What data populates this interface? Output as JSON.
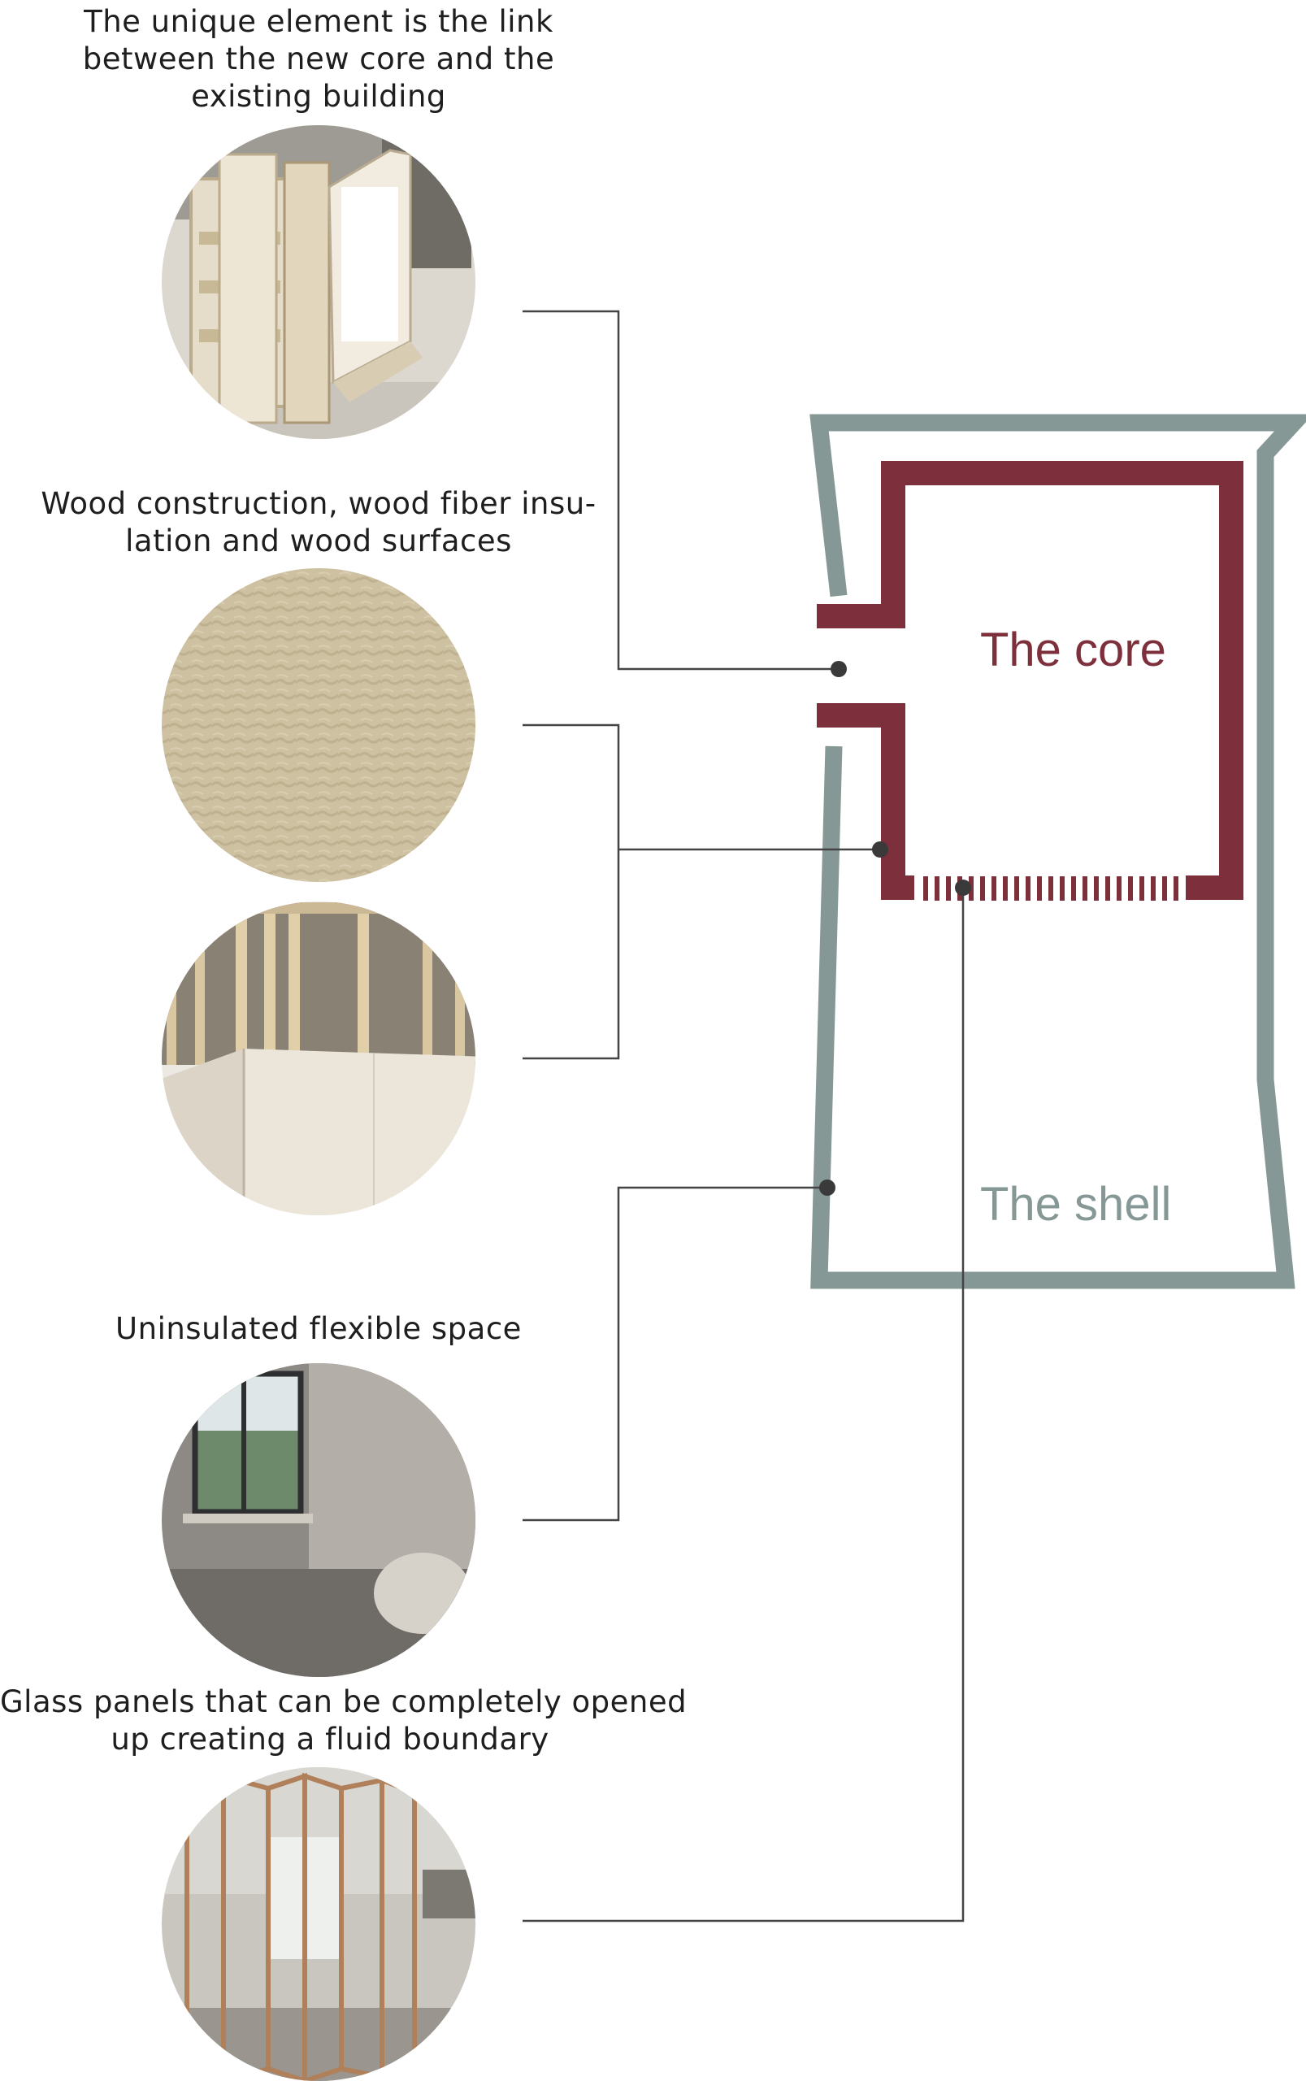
{
  "captions": {
    "link": [
      "The unique element is the link",
      "between the new core and the",
      "existing building"
    ],
    "wood": [
      "Wood construction, wood fiber insu-",
      "lation and wood surfaces"
    ],
    "flexible": [
      "Uninsulated flexible space"
    ],
    "glass": [
      "Glass panels that can be completely opened",
      "up creating a fluid boundary"
    ]
  },
  "diagram": {
    "core_label": "The core",
    "shell_label": "The shell"
  },
  "photos": [
    {
      "name": "link-model-photo",
      "depicts": "wooden model of the core connection"
    },
    {
      "name": "wood-fiber-insulation-photo",
      "depicts": "wood fiber insulation texture"
    },
    {
      "name": "wood-construction-photo",
      "depicts": "timber stud walls with plywood panels"
    },
    {
      "name": "flexible-space-photo",
      "depicts": "raw concrete room with window"
    },
    {
      "name": "glass-panels-photo",
      "depicts": "folding glass door panels"
    }
  ],
  "colors": {
    "core": "#7e2f3c",
    "shell": "#869896",
    "leader": "#444444",
    "dot": "#3a3a3a",
    "text": "#1e1e1e"
  }
}
